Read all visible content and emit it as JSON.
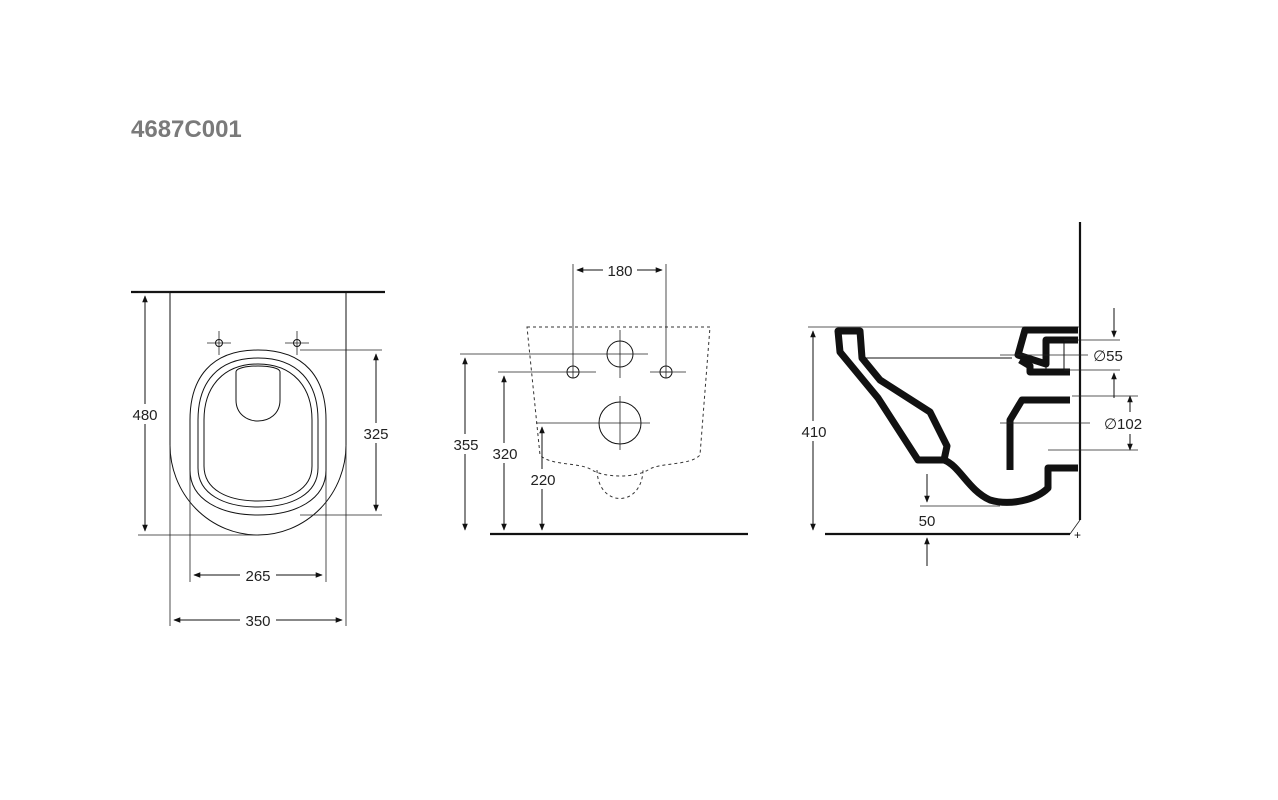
{
  "title": "4687C001",
  "front_view": {
    "height_label": "480",
    "seat_depth_label": "325",
    "inner_width_label": "265",
    "outer_width_label": "350"
  },
  "rear_view": {
    "bolt_spacing_label": "180",
    "h355_label": "355",
    "h320_label": "320",
    "h220_label": "220"
  },
  "side_view": {
    "height_label": "410",
    "inlet_diameter_label": "∅55",
    "outlet_diameter_label": "∅102",
    "floor_offset_label": "50"
  }
}
